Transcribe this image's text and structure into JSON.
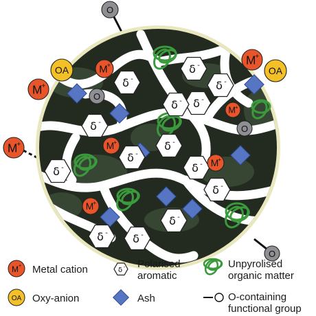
{
  "symbols": {
    "metal": "M",
    "metal_charge": "+",
    "oxyanion": "OA",
    "delta": "δ",
    "delta_charge": "-",
    "oxygen": "O"
  },
  "legend": {
    "metal_cation": "Metal cation",
    "oxy_anion": "Oxy-anion",
    "polarised_line1": "Polarised",
    "polarised_line2": "aromatic",
    "ash": "Ash",
    "unpyrolised_line1": "Unpyrolised",
    "unpyrolised_line2": "organic matter",
    "ocontaining_line1": "O-containing",
    "ocontaining_line2": "functional group"
  },
  "colors": {
    "metal": "#e8552a",
    "oxyanion": "#f3c027",
    "oxygen": "#8f8f93",
    "ash": "#5675c2",
    "organic": "#3a9a3c",
    "char": "#222a20",
    "char_light": "#3b4a36",
    "rim": "#e9e7bd"
  }
}
